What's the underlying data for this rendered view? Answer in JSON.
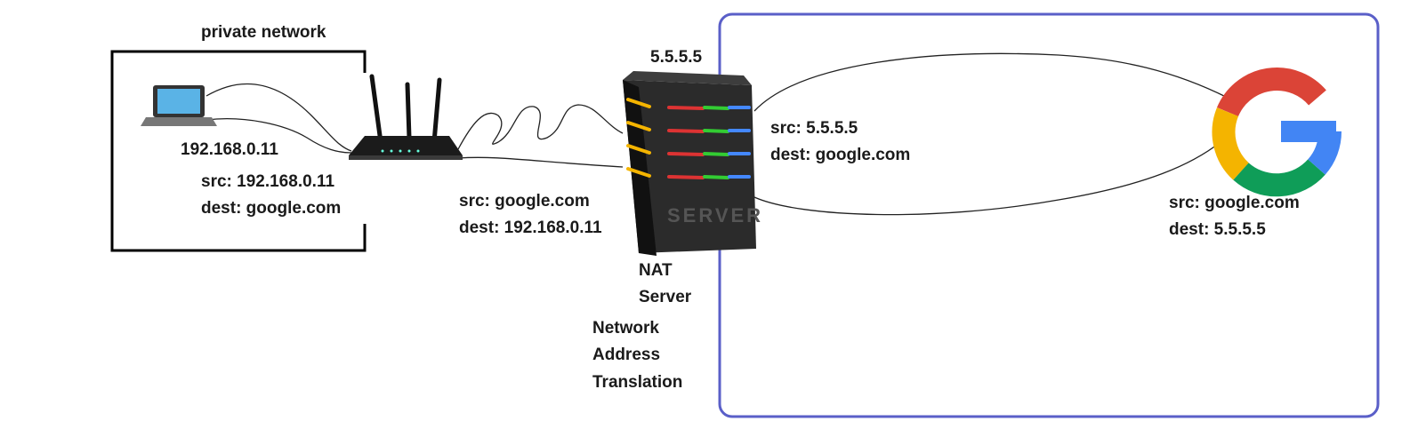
{
  "labels": {
    "private_network": "private network",
    "public_ip": "5.5.5.5",
    "laptop_ip": "192.168.0.11",
    "outbound_private": {
      "src": "src: 192.168.0.11",
      "dest": "dest: google.com"
    },
    "inbound_private": {
      "src": "src: google.com",
      "dest": "dest: 192.168.0.11"
    },
    "outbound_public": {
      "src": "src: 5.5.5.5",
      "dest": "dest: google.com"
    },
    "inbound_public": {
      "src": "src: google.com",
      "dest": "dest: 5.5.5.5"
    },
    "nat_server": [
      "NAT",
      "Server"
    ],
    "nat_expansion": [
      "Network",
      "Address",
      "Translation"
    ]
  },
  "server_faceplate": "SERVER",
  "colors": {
    "public_box": "#5a5fc8",
    "private_box": "#000000",
    "laptop_screen": "#5ab3e6",
    "google_red": "#db4437",
    "google_yellow": "#f4b400",
    "google_green": "#0f9d58",
    "google_blue": "#4285f4"
  },
  "icons": {
    "laptop": "laptop-icon",
    "router": "router-icon",
    "server": "server-icon",
    "google": "google-logo-icon"
  }
}
